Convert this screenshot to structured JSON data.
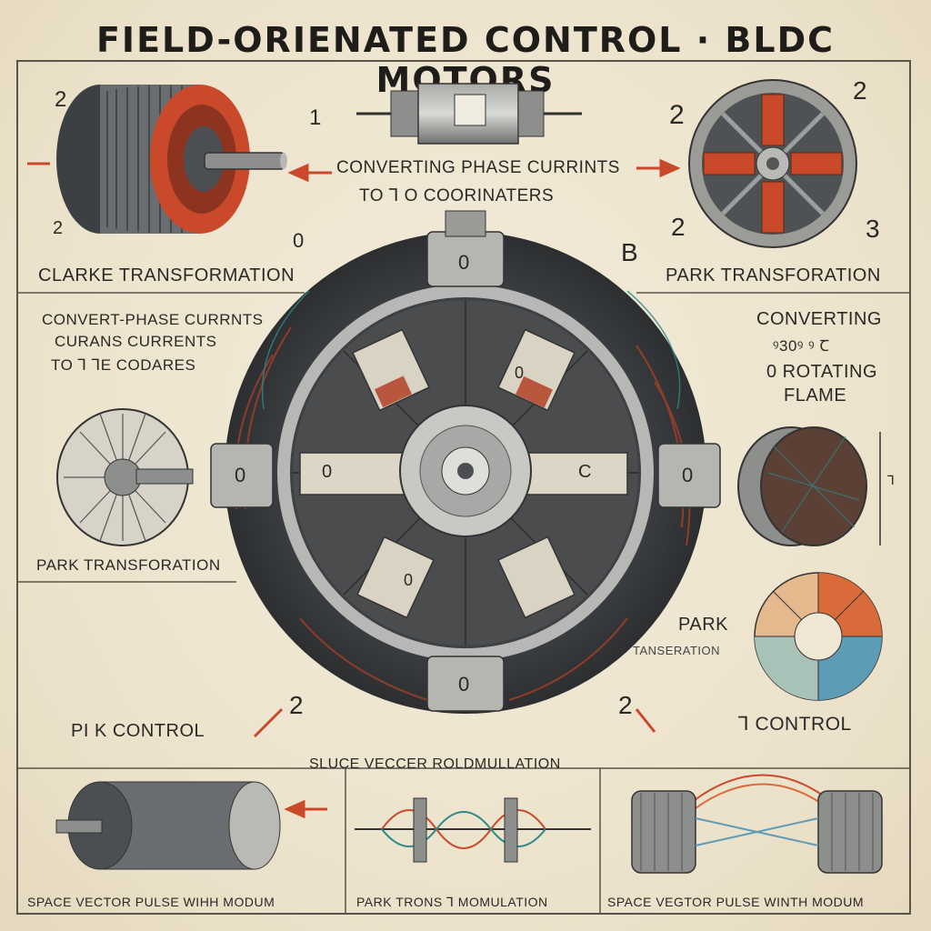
{
  "title": "FIELD-ORIENATED CONTROL · BLDC MOTORS",
  "labels": {
    "clarke": "CLARKE TRANSFORMATION",
    "converting_top_1": "CONVERTING PHASE CURRINTS",
    "converting_top_2": "TO ꞁ O COORINATERS",
    "park_right": "PARK TRANSFORATION",
    "convert_left_1": "CONVERT-PHASE CURRNTS",
    "convert_left_2": "CURANS CURRENTS",
    "convert_left_3": "TO ꞁ ꞁE CODARES",
    "converting_right_1": "CONVERTING",
    "converting_right_2": "ꝰ30ꝰ ꝰ Ꞇ",
    "converting_right_3": "0 ROTATING",
    "converting_right_4": "FLAME",
    "park_left": "PARK TRANSFORATION",
    "park_mid_1": "PARK",
    "park_mid_2": "TANSERATION",
    "pi_control": "PI K CONTROL",
    "i_control": "ꞁ CONTROL",
    "svrm": "SLUCE VECCER ROLDMULLATION",
    "svpw_left": "SPACE VECTOR PULSE WIHH MODUM",
    "park_trons": "PARK TRONS ꞁ MOMULATION",
    "svpw_right": "SPACE VEGTOR PULSE WINTH MODUM"
  },
  "markers": {
    "m_tl": "2",
    "m_tl_low": "2",
    "m_top_1": "1",
    "m_tr_a": "2",
    "m_tr_b": "2",
    "m_tr_c": "2",
    "m_tr_d": "3",
    "m_o_left": "0",
    "m_b_right": "B",
    "m_bot_left": "2",
    "m_bot_right": "2",
    "m_side": "ꞁ",
    "stator_top": "0",
    "stator_left": "0",
    "stator_right": "0",
    "stator_bottom": "0",
    "pole_w": "0",
    "pole_e": "C",
    "pole_n": "0",
    "pole_s": "0"
  },
  "colors": {
    "copper": "#c9492a",
    "steel": "#8d8f8c",
    "dark_steel": "#4c4f52",
    "ink": "#2a2824",
    "wire_teal": "#2e8a8a",
    "wheel_orange": "#d96a3a",
    "wheel_blue": "#5e9bb5",
    "wheel_tan": "#e3b98d"
  }
}
